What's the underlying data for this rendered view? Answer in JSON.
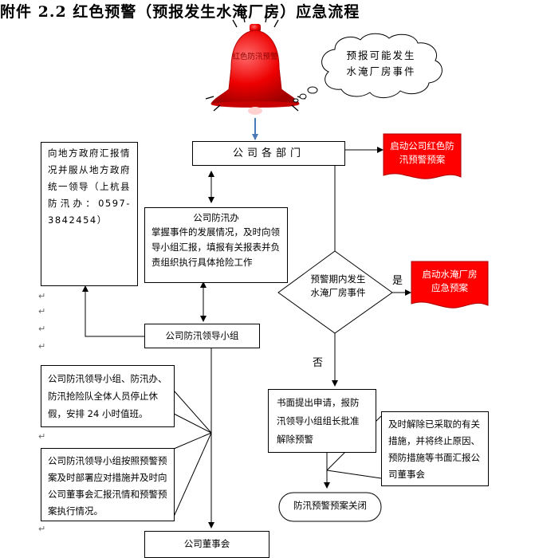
{
  "title": "附件 2.2  红色预警（预报发生水淹厂房）应急流程",
  "bell_label": "红色防汛预警",
  "cloud_text": "预报可能发生水淹厂房事件",
  "nodes": {
    "all_departments": "公司各部门",
    "local_gov": "向地方政府汇报情况并服从地方政府统一领导（上杭县防汛办：0597-3842454）",
    "flood_office_title": "公司防汛办",
    "flood_office_body": "掌握事件的发展情况，及时向领导小组汇报，填报有关报表并负责组织执行具体抢险工作",
    "leader_group": "公司防汛领导小组",
    "decision": "预警期内发生水淹厂房事件",
    "red_doc1": "启动公司红色防汛预警预案",
    "red_doc2": "启动水淹厂房应急预案",
    "staff_duty": "公司防汛领导小组、防汛办、防汛抢险队全体人员停止休假，安排 24 小时值班。",
    "deploy": "公司防汛领导小组按照预警预案及时部署应对措施并及时向公司董事会汇报汛情和预警预案执行情况。",
    "apply": "书面提出申请，报防汛领导小组组长批准解除预警",
    "lift_measures": "及时解除已采取的有关措施，并将终止原因、预防措施等书面汇报公司董事会",
    "close": "防汛预警预案关闭",
    "board": "公司董事会"
  },
  "edge_labels": {
    "yes": "是",
    "no": "否"
  },
  "colors": {
    "red": "#ff0000",
    "arrow_blue": "#4a7ab8"
  }
}
